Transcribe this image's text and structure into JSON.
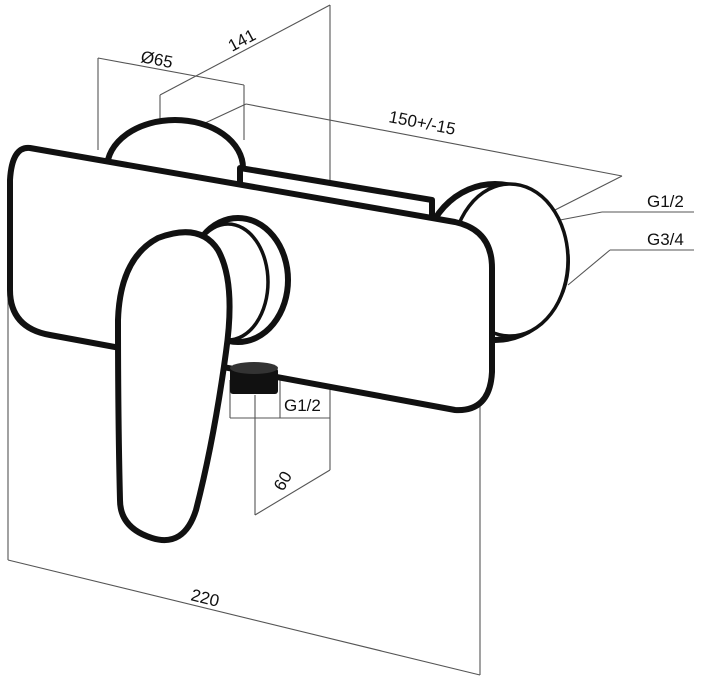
{
  "drawing": {
    "dimensions": {
      "diameter": "Ø65",
      "depth": "141",
      "center_distance": "150+/-15",
      "inlet_thread": "G1/2",
      "eccentric_thread": "G3/4",
      "outlet_thread": "G1/2",
      "outlet_offset": "60",
      "total_width": "220"
    }
  }
}
